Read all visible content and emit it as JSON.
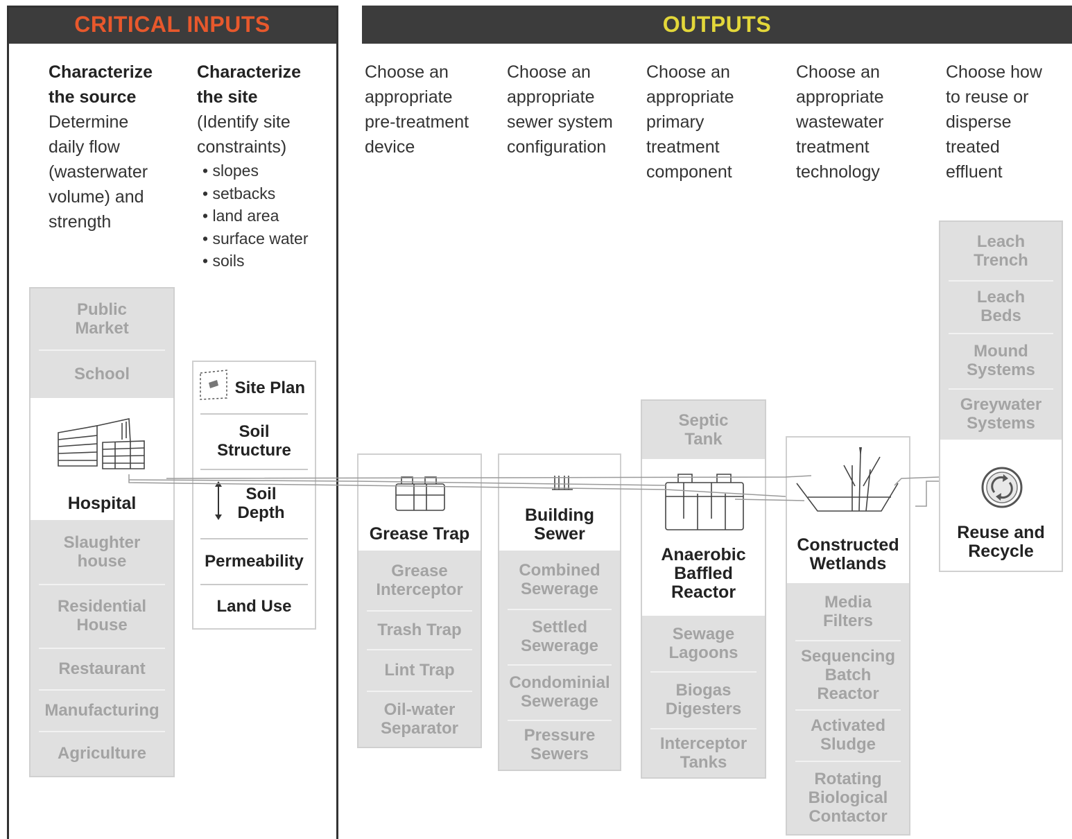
{
  "headers": {
    "inputs": "CRITICAL INPUTS",
    "outputs": "OUTPUTS",
    "inputs_color": "#e8582c",
    "outputs_color": "#e3d73a"
  },
  "source": {
    "title1": "Characterize",
    "title2": "the source",
    "lines": [
      "Determine",
      "daily flow",
      "(wasterwater",
      "volume) and",
      "strength"
    ]
  },
  "site": {
    "title1": "Characterize",
    "title2": "the site",
    "lines": [
      "(Identify site",
      "constraints)"
    ],
    "bullets": [
      "slopes",
      "setbacks",
      "land area",
      "surface water",
      "soils"
    ]
  },
  "steps": [
    [
      "Choose an",
      "appropriate",
      "pre-treatment",
      "device"
    ],
    [
      "Choose an",
      "appropriate",
      "sewer system",
      "configuration"
    ],
    [
      "Choose an",
      "appropriate",
      "primary",
      "treatment",
      "component"
    ],
    [
      "Choose an",
      "appropriate",
      "wastewater",
      "treatment",
      "technology"
    ],
    [
      "Choose how",
      "to reuse or",
      "disperse",
      "treated",
      "effluent"
    ]
  ],
  "sources": {
    "above": [
      [
        "Public",
        "Market"
      ],
      [
        "School"
      ]
    ],
    "selected": "Hospital",
    "below": [
      [
        "Slaughter",
        "house"
      ],
      [
        "Residential",
        "House"
      ],
      [
        "Restaurant"
      ],
      [
        "Manufacturing"
      ],
      [
        "Agriculture"
      ]
    ]
  },
  "site_factors": [
    "Site Plan",
    "Soil Structure",
    "Soil Depth",
    "Permeability",
    "Land Use"
  ],
  "pretreatment": {
    "selected": "Grease Trap",
    "below": [
      [
        "Grease",
        "Interceptor"
      ],
      [
        "Trash Trap"
      ],
      [
        "Lint Trap"
      ],
      [
        "Oil-water",
        "Separator"
      ]
    ]
  },
  "sewer": {
    "selected": [
      "Building",
      "Sewer"
    ],
    "below": [
      [
        "Combined",
        "Sewerage"
      ],
      [
        "Settled",
        "Sewerage"
      ],
      [
        "Condominial",
        "Sewerage"
      ],
      [
        "Pressure",
        "Sewers"
      ]
    ]
  },
  "primary": {
    "above": [
      [
        "Septic",
        "Tank"
      ]
    ],
    "selected": [
      "Anaerobic",
      "Baffled",
      "Reactor"
    ],
    "below": [
      [
        "Sewage",
        "Lagoons"
      ],
      [
        "Biogas",
        "Digesters"
      ],
      [
        "Interceptor",
        "Tanks"
      ]
    ]
  },
  "technology": {
    "selected": [
      "Constructed",
      "Wetlands"
    ],
    "below": [
      [
        "Media",
        "Filters"
      ],
      [
        "Sequencing",
        "Batch",
        "Reactor"
      ],
      [
        "Activated",
        "Sludge"
      ],
      [
        "Rotating",
        "Biological",
        "Contactor"
      ]
    ]
  },
  "reuse": {
    "above": [
      [
        "Leach",
        "Trench"
      ],
      [
        "Leach",
        "Beds"
      ],
      [
        "Mound",
        "Systems"
      ],
      [
        "Greywater",
        "Systems"
      ]
    ],
    "selected": [
      "Reuse and",
      "Recycle"
    ]
  },
  "icons": [
    "hospital-icon",
    "site-plan-icon",
    "vertical-arrow-icon",
    "grease-trap-icon",
    "sewer-pipe-icon",
    "baffled-reactor-icon",
    "wetland-reeds-icon",
    "recycle-icon"
  ]
}
